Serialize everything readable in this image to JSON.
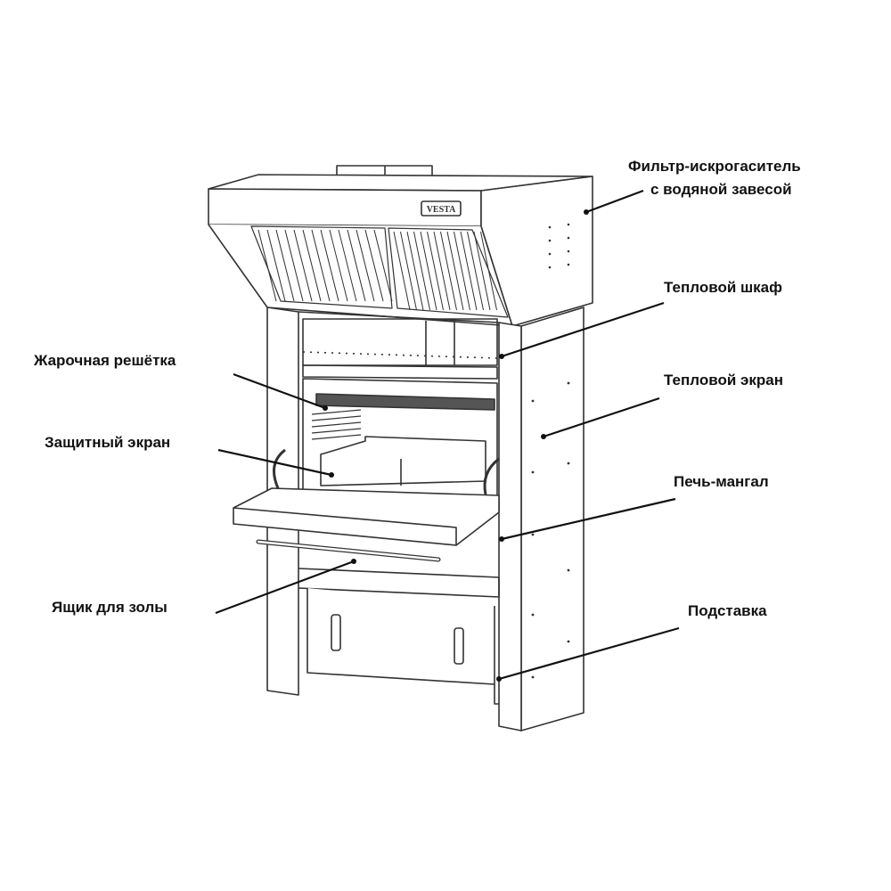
{
  "diagram": {
    "brand_logo": "VESTA",
    "labels": {
      "filter_line1": "Фильтр-искрогаситель",
      "filter_line2": "с водяной завесой",
      "heat_cabinet": "Тепловой шкаф",
      "grill_grate": "Жарочная решётка",
      "heat_screen": "Тепловой экран",
      "protective_screen": "Защитный экран",
      "oven_grill": "Печь-мангал",
      "ash_box": "Ящик для золы",
      "stand": "Подставка"
    },
    "colors": {
      "line": "#222222",
      "background": "#ffffff"
    }
  }
}
